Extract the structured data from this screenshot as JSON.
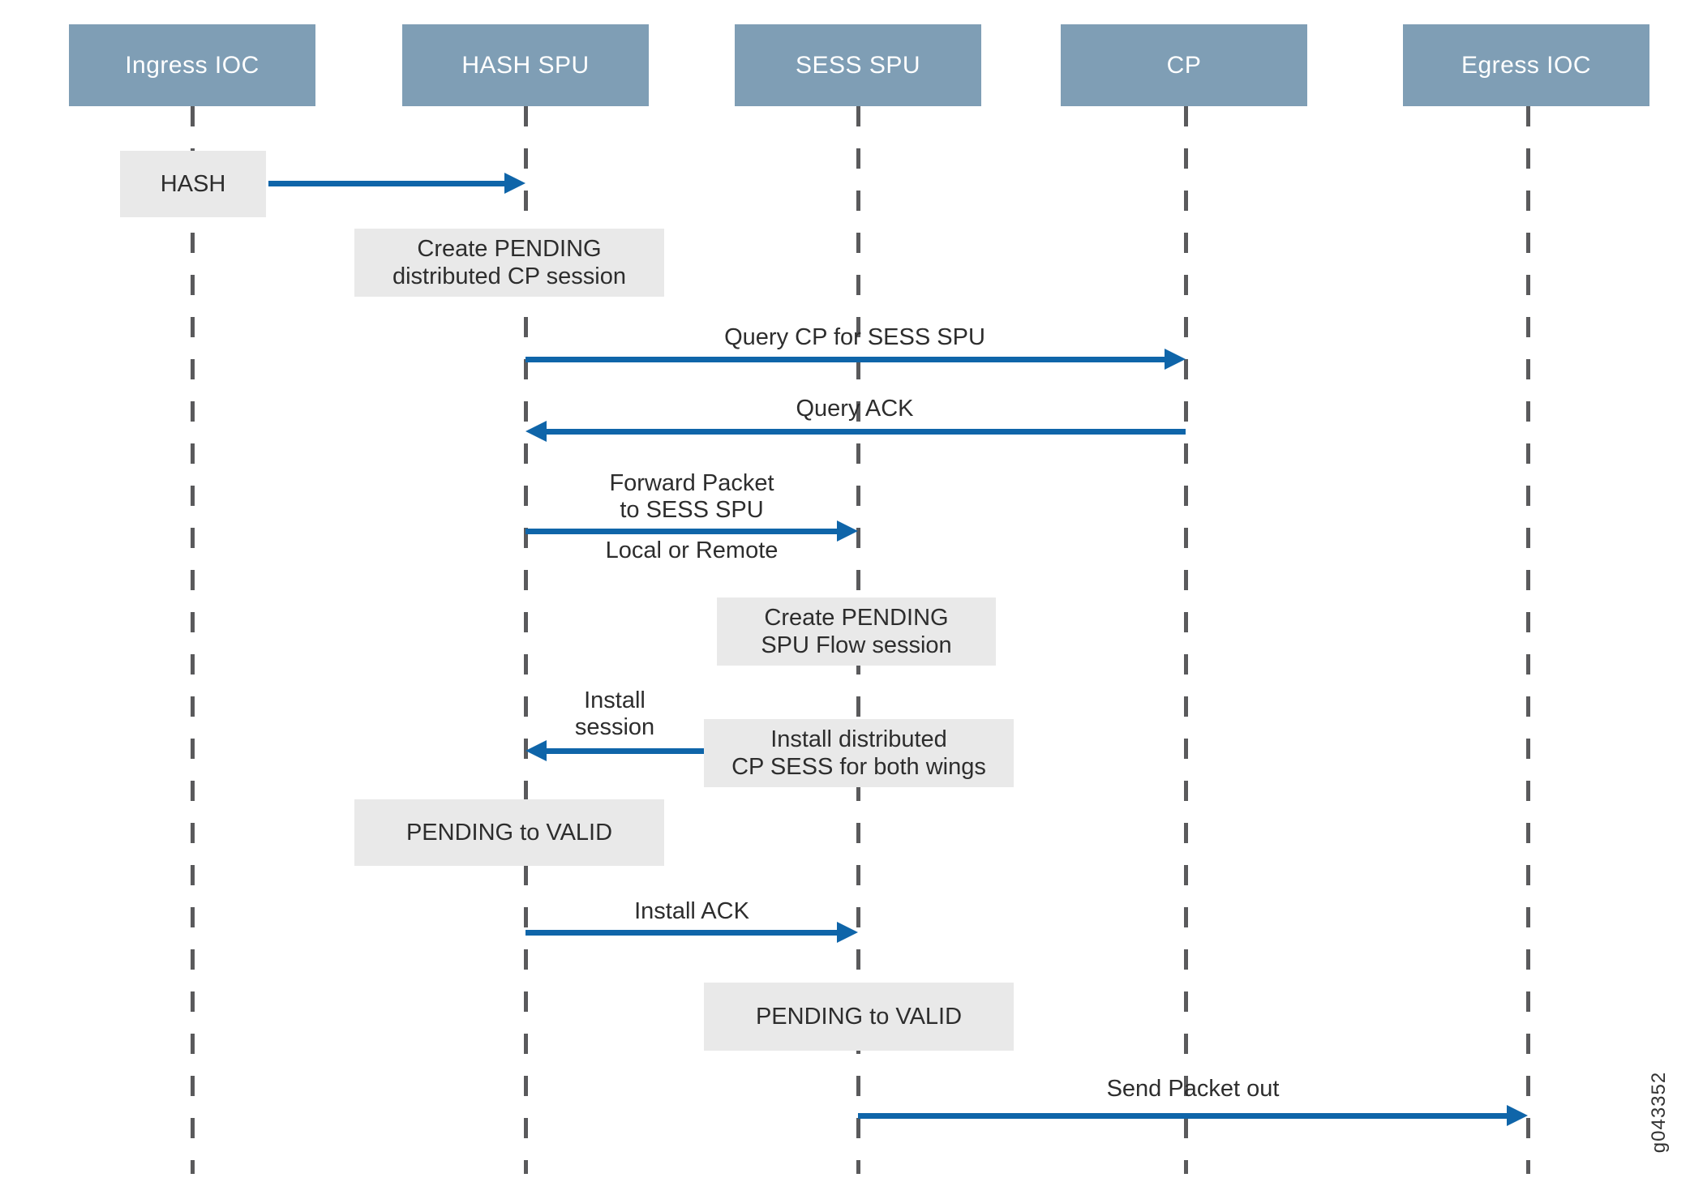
{
  "diagram": {
    "actors": [
      {
        "label": "Ingress IOC"
      },
      {
        "label": "HASH SPU"
      },
      {
        "label": "SESS SPU"
      },
      {
        "label": "CP"
      },
      {
        "label": "Egress IOC"
      }
    ],
    "notes": [
      {
        "lines": [
          "HASH"
        ],
        "on": "Ingress IOC"
      },
      {
        "lines": [
          "Create PENDING",
          "distributed CP session"
        ],
        "on": "HASH SPU"
      },
      {
        "lines": [
          "Create PENDING",
          "SPU Flow session"
        ],
        "on": "SESS SPU"
      },
      {
        "lines": [
          "Install distributed",
          "CP SESS for both wings"
        ],
        "on": "SESS SPU"
      },
      {
        "lines": [
          "PENDING to VALID"
        ],
        "on": "HASH SPU"
      },
      {
        "lines": [
          "PENDING to VALID"
        ],
        "on": "SESS SPU"
      }
    ],
    "messages": [
      {
        "label": "Query CP for SESS SPU",
        "from": "HASH SPU",
        "to": "CP",
        "direction": "right"
      },
      {
        "label": "Query ACK",
        "from": "CP",
        "to": "HASH SPU",
        "direction": "left"
      },
      {
        "lines": [
          "Forward Packet",
          "to SESS SPU"
        ],
        "sublabel": "Local or Remote",
        "from": "HASH SPU",
        "to": "SESS SPU",
        "direction": "right"
      },
      {
        "lines": [
          "Install",
          "session"
        ],
        "from": "SESS SPU",
        "to": "HASH SPU",
        "direction": "left"
      },
      {
        "label": "Install ACK",
        "from": "HASH SPU",
        "to": "SESS SPU",
        "direction": "right"
      },
      {
        "label": "Send Packet out",
        "from": "SESS SPU",
        "to": "Egress IOC",
        "direction": "right"
      }
    ],
    "watermark": "g043352",
    "colors": {
      "actor_fill": "#7F9EB5",
      "actor_text": "#FFFFFF",
      "note_fill": "#E9E9E9",
      "text": "#2D2D2D",
      "arrow": "#0F65A9",
      "lifeline": "#5A5A5C"
    }
  }
}
